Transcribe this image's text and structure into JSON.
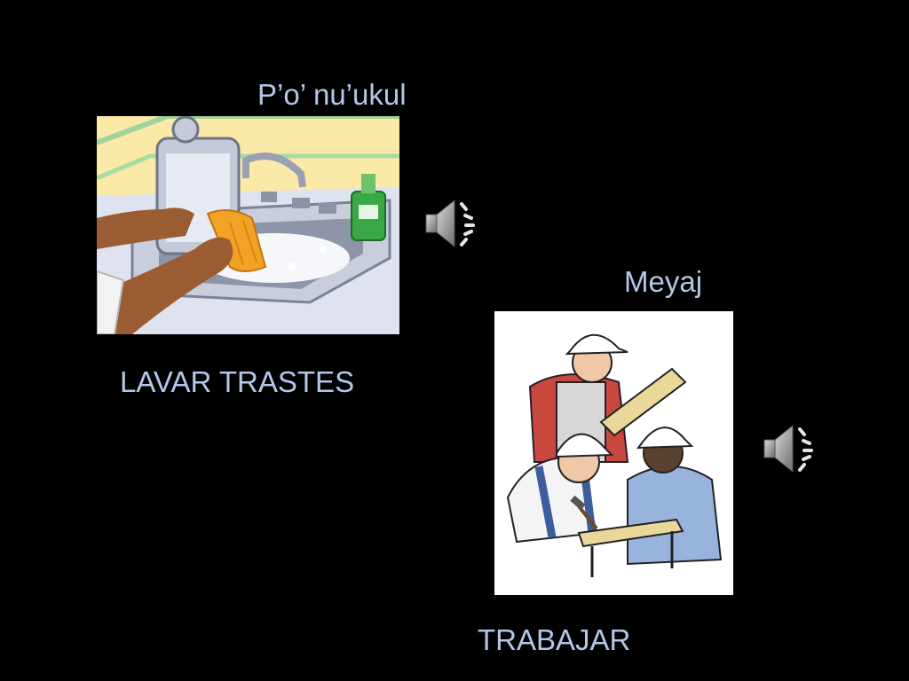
{
  "slide": {
    "background": "#000000",
    "text_color": "#b4c7e7",
    "items": [
      {
        "title": "P’o’ nu’ukul",
        "caption": "LAVAR TRASTES",
        "image_icon": "dishwashing-illustration",
        "audio_icon": "speaker-icon"
      },
      {
        "title": "Meyaj",
        "caption": "TRABAJAR",
        "image_icon": "workers-illustration",
        "audio_icon": "speaker-icon"
      }
    ]
  }
}
